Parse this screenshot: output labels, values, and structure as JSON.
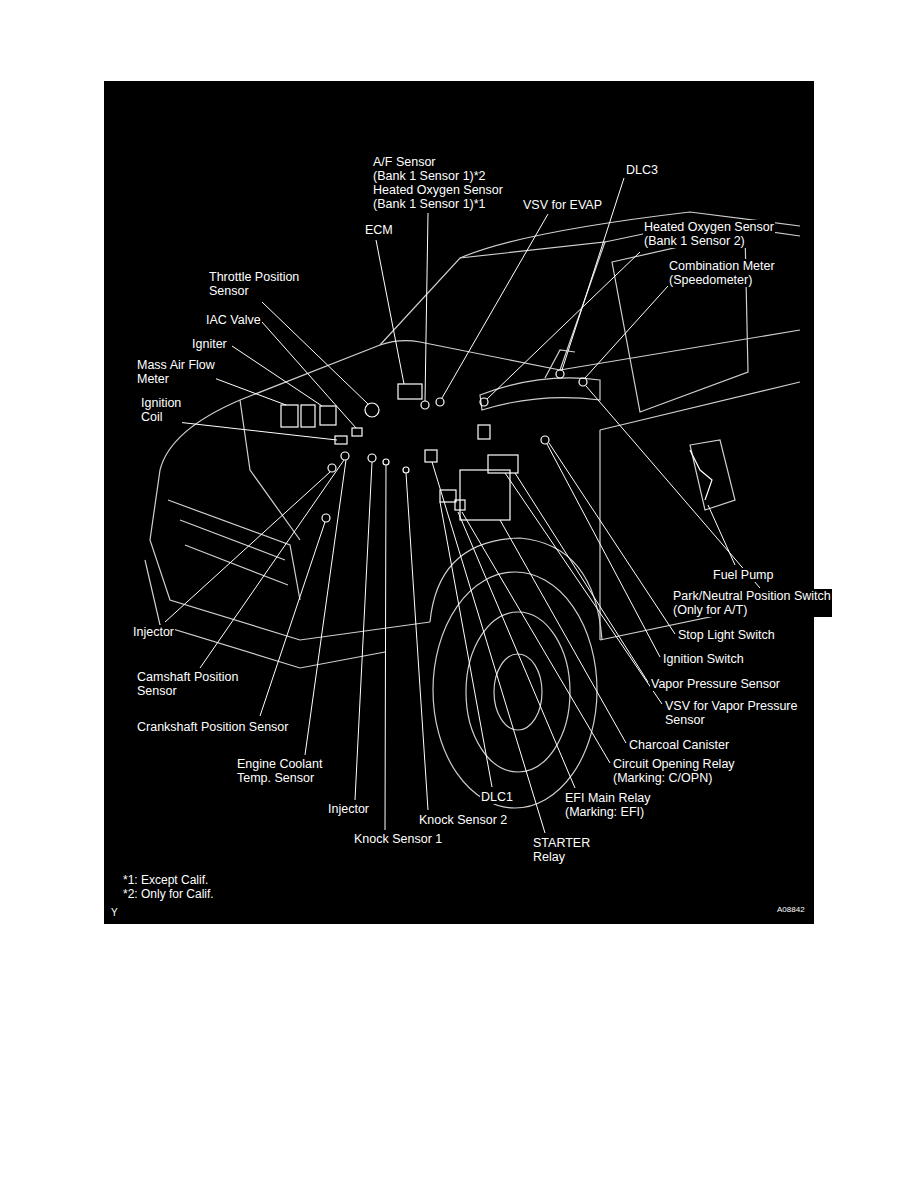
{
  "diagram": {
    "labels": [
      "A/F Sensor (Bank 1 Sensor 1)*2",
      "Heated Oxygen Sensor (Bank 1 Sensor 1)*1",
      "VSV for EVAP",
      "DLC3",
      "ECM",
      "Heated Oxygen Sensor (Bank 1 Sensor 2)",
      "Combination Meter (Speedometer)",
      "Throttle Position Sensor",
      "IAC Valve",
      "Igniter",
      "Mass Air Flow Meter",
      "Ignition Coil",
      "Fuel Pump",
      "Park/Neutral Position Switch (Only for A/T)",
      "Stop Light Switch",
      "Injector",
      "Ignition Switch",
      "Camshaft Position Sensor",
      "Vapor Pressure Sensor",
      "VSV for Vapor Pressure Sensor",
      "Crankshaft Position Sensor",
      "Charcoal Canister",
      "Engine Coolant Temp. Sensor",
      "Circuit Opening Relay (Marking: C/OPN)",
      "DLC1",
      "EFI Main Relay (Marking: EFI)",
      "Injector",
      "Knock Sensor 2",
      "Knock Sensor 1",
      "STARTER Relay",
      "*1: Except Calif.",
      "*2: Only for Calif.",
      "Y",
      "A08842"
    ]
  }
}
